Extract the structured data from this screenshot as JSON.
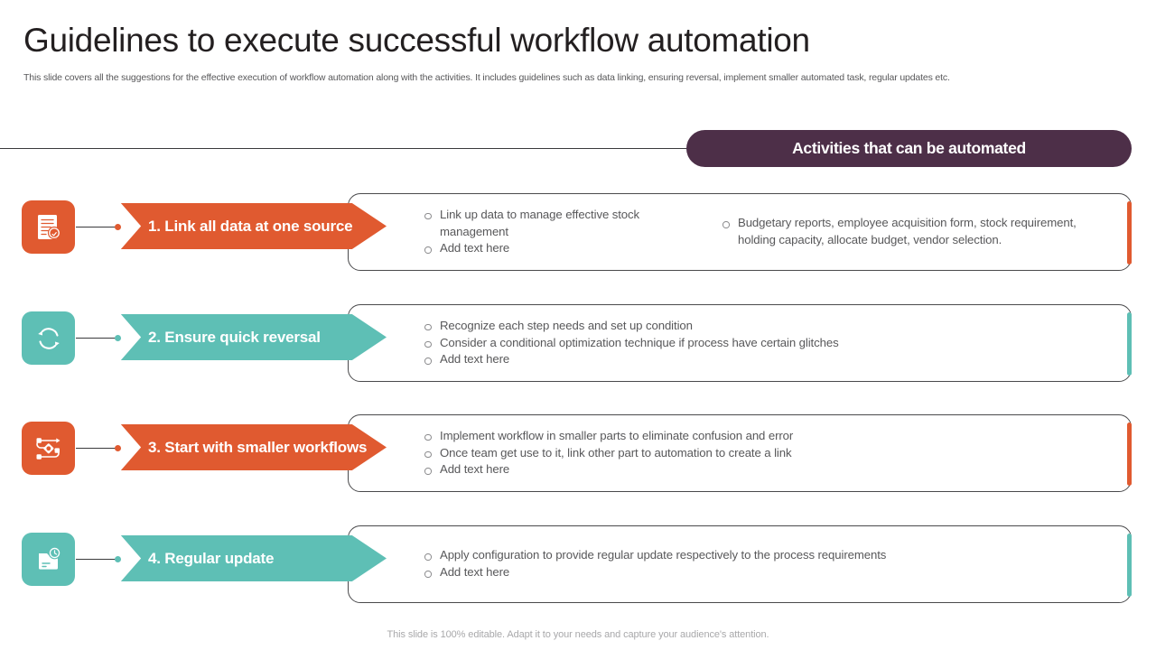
{
  "header": {
    "title": "Guidelines to execute successful workflow automation",
    "subtitle": "This slide covers all the suggestions for the effective execution of workflow automation along with the activities. It includes guidelines such as data linking, ensuring reversal, implement smaller automated task, regular updates etc."
  },
  "banner": {
    "label": "Activities that can be automated",
    "color": "#4d2f48"
  },
  "colors": {
    "orange": "#e05a30",
    "teal": "#5ebfb5",
    "text": "#58585a",
    "outline": "#4a4a4c"
  },
  "rows": [
    {
      "index": "1",
      "arrow_label": "1. Link all data at one source",
      "color": "#e05a30",
      "icon": "document-report-icon",
      "bullets_left": [
        "Link up data to manage effective stock management",
        "Add text here"
      ],
      "bullets_right": [
        "Budgetary reports, employee acquisition form, stock requirement, holding capacity, allocate budget, vendor selection."
      ]
    },
    {
      "index": "2",
      "arrow_label": "2. Ensure quick reversal",
      "color": "#5ebfb5",
      "icon": "refresh-cycle-icon",
      "bullets_left": [
        "Recognize each step needs and set up condition",
        "Consider a conditional optimization technique if process have certain glitches",
        "Add text here"
      ],
      "bullets_right": []
    },
    {
      "index": "3",
      "arrow_label": "3. Start with smaller workflows",
      "color": "#e05a30",
      "icon": "workflow-diagram-icon",
      "bullets_left": [
        "Implement workflow in smaller parts to eliminate confusion and error",
        "Once team get use to it, link other part to automation to create a link",
        "Add text here"
      ],
      "bullets_right": []
    },
    {
      "index": "4",
      "arrow_label": "4.  Regular update",
      "color": "#5ebfb5",
      "icon": "document-update-icon",
      "bullets_left": [
        "Apply configuration to provide regular update respectively to the process requirements",
        "Add text here"
      ],
      "bullets_right": []
    }
  ],
  "footer": {
    "note": "This slide is 100% editable. Adapt it to your needs and capture your audience's attention."
  }
}
